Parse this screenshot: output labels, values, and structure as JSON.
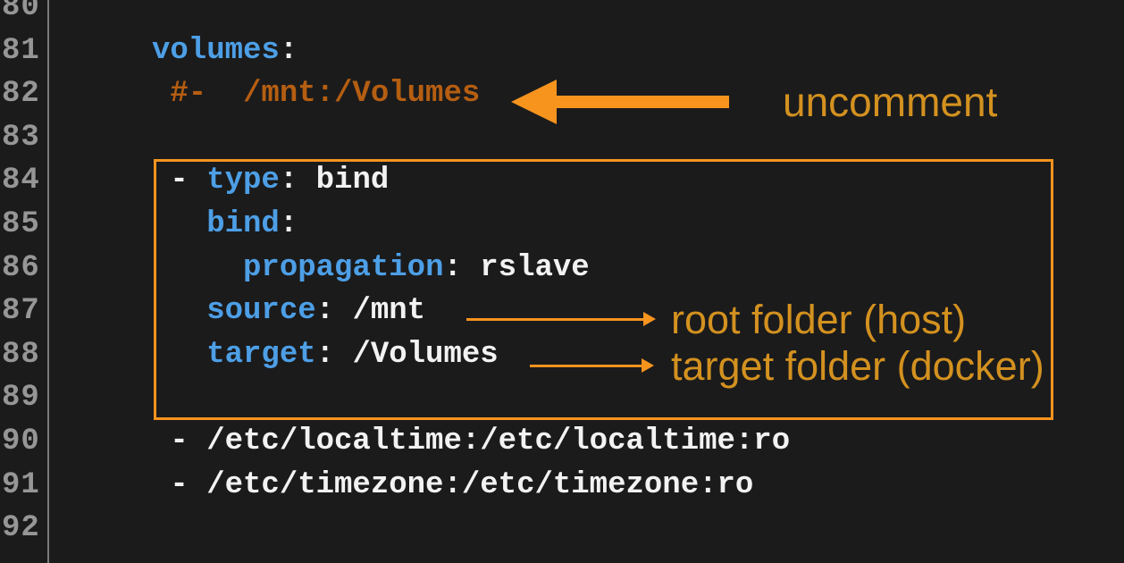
{
  "colors": {
    "background": "#1b1b1c",
    "gutter_text": "#969696",
    "gutter_separator": "#7b7b7b",
    "syntax_key": "#4d9fe6",
    "syntax_plain": "#f2f2f2",
    "syntax_comment": "#b55e11",
    "annotation_shape": "#f7941e",
    "annotation_text": "#d3911f"
  },
  "editor": {
    "lines": [
      {
        "number": "80",
        "tokens": []
      },
      {
        "number": "81",
        "tokens": [
          {
            "text": "volumes",
            "type": "key"
          },
          {
            "text": ":",
            "type": "plain"
          }
        ]
      },
      {
        "number": "82",
        "tokens": [
          {
            "text": " #-  /mnt:/Volumes",
            "type": "comment"
          }
        ]
      },
      {
        "number": "83",
        "tokens": []
      },
      {
        "number": "84",
        "tokens": [
          {
            "text": " - ",
            "type": "plain"
          },
          {
            "text": "type",
            "type": "key"
          },
          {
            "text": ": bind",
            "type": "plain"
          }
        ]
      },
      {
        "number": "85",
        "tokens": [
          {
            "text": "   ",
            "type": "plain"
          },
          {
            "text": "bind",
            "type": "key"
          },
          {
            "text": ":",
            "type": "plain"
          }
        ]
      },
      {
        "number": "86",
        "tokens": [
          {
            "text": "     ",
            "type": "plain"
          },
          {
            "text": "propagation",
            "type": "key"
          },
          {
            "text": ": rslave",
            "type": "plain"
          }
        ]
      },
      {
        "number": "87",
        "tokens": [
          {
            "text": "   ",
            "type": "plain"
          },
          {
            "text": "source",
            "type": "key"
          },
          {
            "text": ": /mnt",
            "type": "plain"
          }
        ]
      },
      {
        "number": "88",
        "tokens": [
          {
            "text": "   ",
            "type": "plain"
          },
          {
            "text": "target",
            "type": "key"
          },
          {
            "text": ": /Volumes",
            "type": "plain"
          }
        ]
      },
      {
        "number": "89",
        "tokens": []
      },
      {
        "number": "90",
        "tokens": [
          {
            "text": " - /etc/localtime:/etc/localtime:ro",
            "type": "plain"
          }
        ]
      },
      {
        "number": "91",
        "tokens": [
          {
            "text": " - /etc/timezone:/etc/timezone:ro",
            "type": "plain"
          }
        ]
      },
      {
        "number": "92",
        "tokens": []
      }
    ]
  },
  "annotations": {
    "uncomment": {
      "label": "uncomment"
    },
    "source_note": {
      "label": "root folder (host)"
    },
    "target_note": {
      "label": "target folder (docker)"
    }
  }
}
